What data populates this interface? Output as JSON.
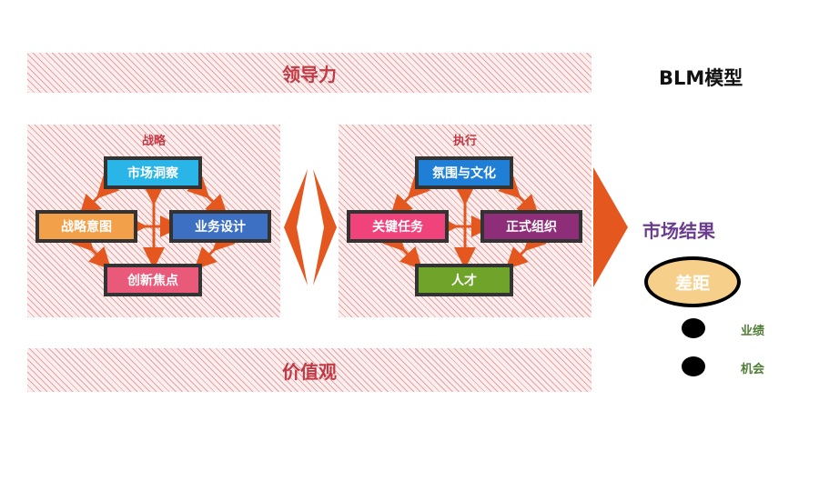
{
  "header": {
    "title": "BLM模型"
  },
  "bands": {
    "leadership": "领导力",
    "values": "价值观"
  },
  "strategy": {
    "title": "战略",
    "nodes": {
      "top": {
        "label": "市场洞察",
        "color": "#29b5e8"
      },
      "left": {
        "label": "战略意图",
        "color": "#f3a04a"
      },
      "right": {
        "label": "业务设计",
        "color": "#3d6fc2"
      },
      "bottom": {
        "label": "创新焦点",
        "color": "#e8597a"
      }
    }
  },
  "execution": {
    "title": "执行",
    "nodes": {
      "top": {
        "label": "氛围与文化",
        "color": "#1f7fd6"
      },
      "left": {
        "label": "关键任务",
        "color": "#f0437c"
      },
      "right": {
        "label": "正式组织",
        "color": "#8e2d78"
      },
      "bottom": {
        "label": "人才",
        "color": "#6fa32a"
      }
    }
  },
  "results": {
    "title": "市场结果",
    "gap": "差距",
    "items": [
      "业绩",
      "机会"
    ]
  },
  "colors": {
    "arrow": "#e4571e",
    "accent": "#c23a45"
  }
}
